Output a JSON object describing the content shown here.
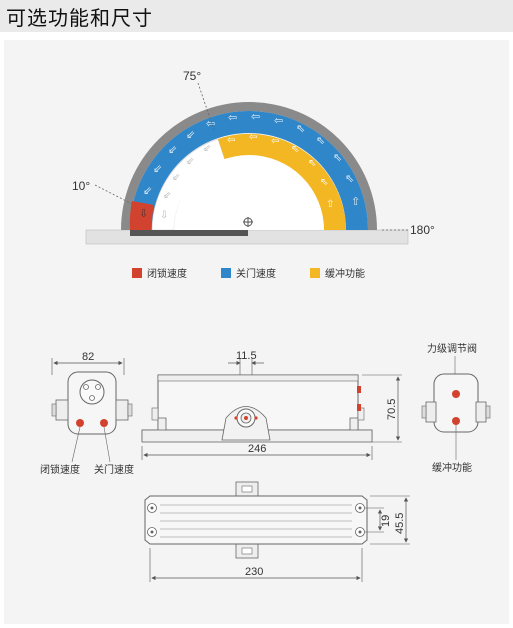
{
  "header": {
    "title": "可选功能和尺寸"
  },
  "arc": {
    "angle_start": "10°",
    "angle_mid": "75°",
    "angle_end": "180°"
  },
  "legend": [
    {
      "label": "闭锁速度",
      "color": "#d2432f"
    },
    {
      "label": "关门速度",
      "color": "#2f86c8"
    },
    {
      "label": "缓冲功能",
      "color": "#f2b722"
    }
  ],
  "dimensions": {
    "side_width": "82",
    "front_offset": "11.5",
    "front_length": "246",
    "front_height": "70.5",
    "top_height_inner": "19",
    "top_height_outer": "45.5",
    "top_length": "230"
  },
  "callouts": {
    "side_left_a": "闭锁速度",
    "side_left_b": "关门速度",
    "side_right_top": "力级调节阀",
    "side_right_bottom": "缓冲功能"
  },
  "colors": {
    "red": "#d2432f",
    "blue": "#2f86c8",
    "yellow": "#f2b722",
    "gray": "#8a8a8a"
  }
}
